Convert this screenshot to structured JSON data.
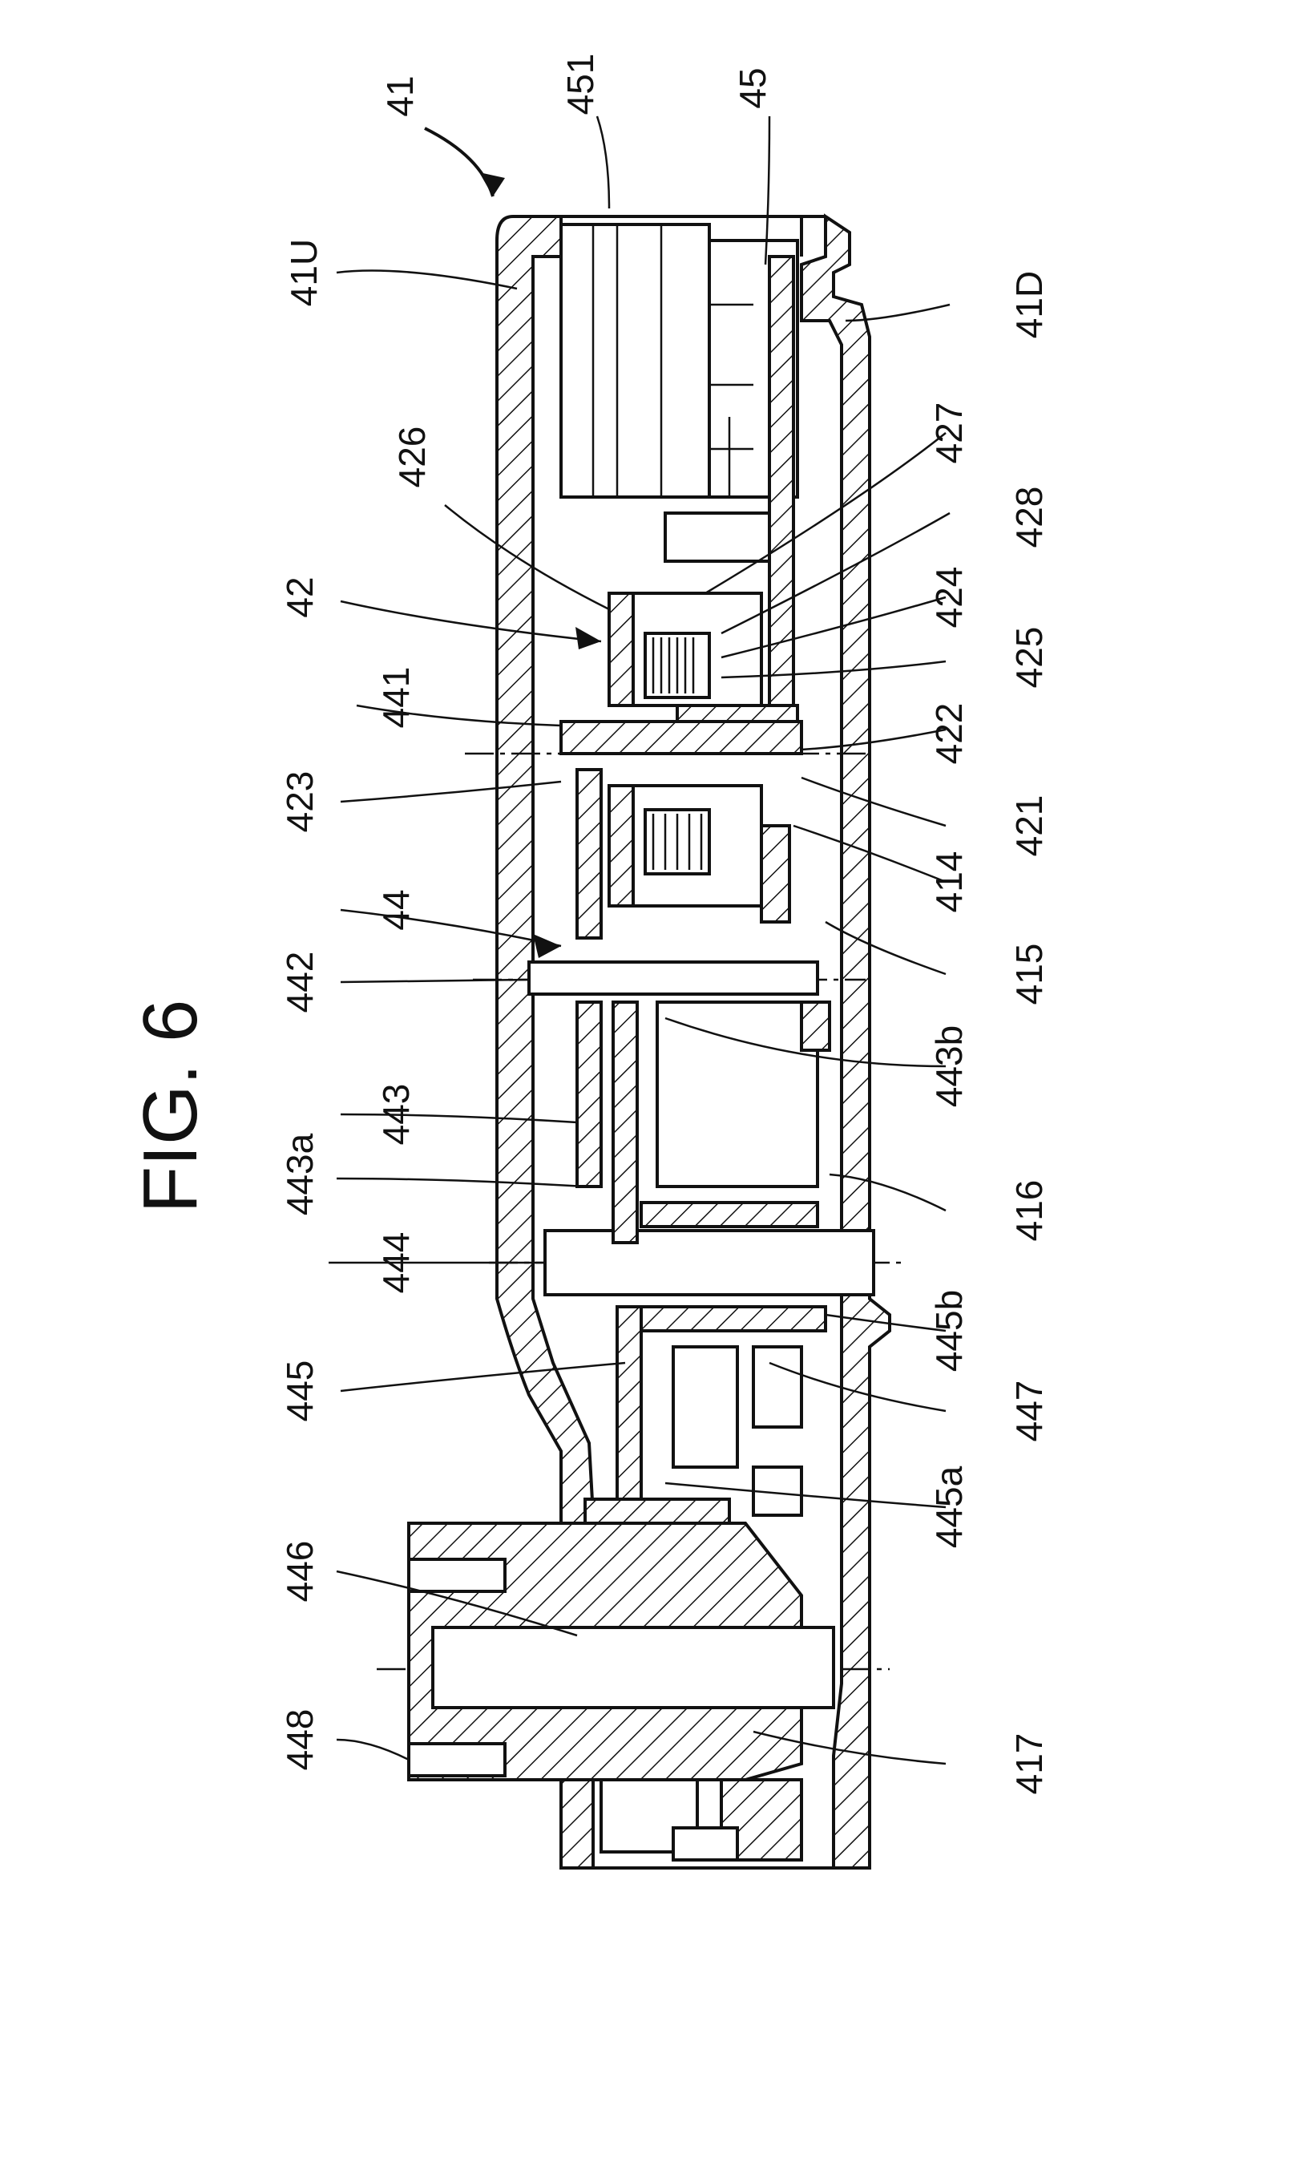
{
  "figure": {
    "title": "FIG. 6",
    "reference_numerals": {
      "assembly": "41",
      "upper_housing": "41U",
      "lower_housing": "41D",
      "r451": "451",
      "r45": "45",
      "r426": "426",
      "r427": "427",
      "r428": "428",
      "r42": "42",
      "r424": "424",
      "r425": "425",
      "r441": "441",
      "r422": "422",
      "r423": "423",
      "r421": "421",
      "r414": "414",
      "r44": "44",
      "r415": "415",
      "r442": "442",
      "r443b": "443b",
      "r443": "443",
      "r443a": "443a",
      "r416": "416",
      "r444": "444",
      "r445b": "445b",
      "r445": "445",
      "r447": "447",
      "r445a": "445a",
      "r446": "446",
      "r448": "448",
      "r417": "417"
    }
  }
}
